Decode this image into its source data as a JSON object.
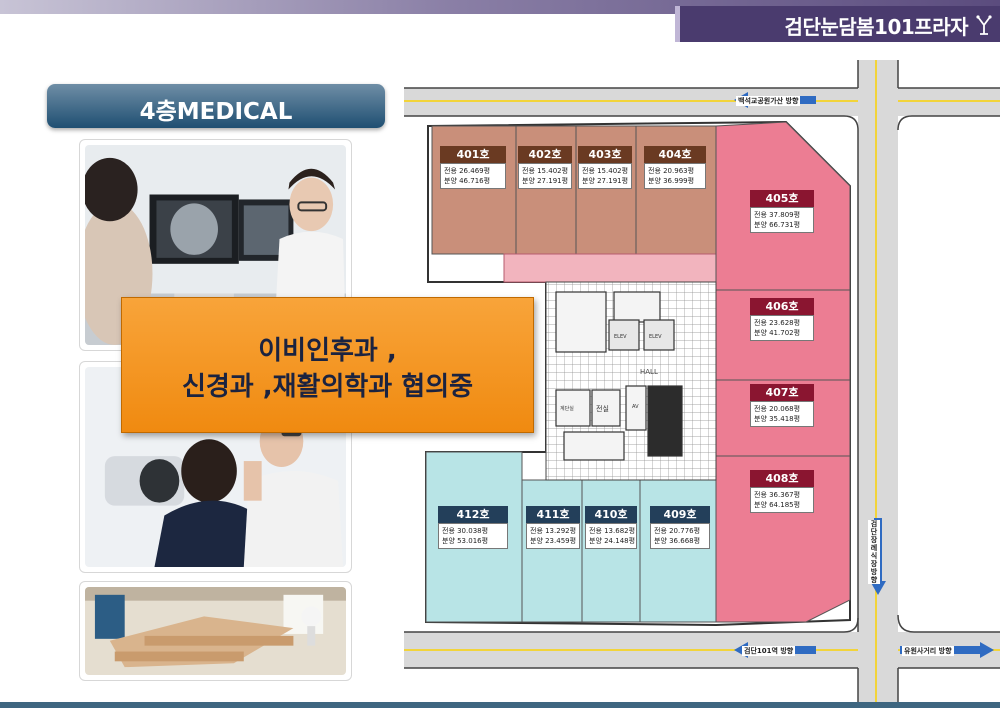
{
  "header": {
    "brand_title": "검단눈담봄101프라자"
  },
  "floor": {
    "label": "4층MEDICAL"
  },
  "banner": {
    "line1": "이비인후과 ,",
    "line2": "신경과 ,재활의학과 협의중"
  },
  "plan": {
    "roads": {
      "top_left": "백석교공원가산 방향",
      "bottom_left": "검단101역 방향",
      "bottom_right": "유원사거리 방향",
      "right": "검단 장례식장 방향"
    },
    "rooms": {
      "core_label": "HALL",
      "stair_label": "계단실",
      "elev1": "ELEV",
      "elev2": "ELEV",
      "room_label": "전실",
      "av": "AV"
    },
    "units": [
      {
        "no": "401호",
        "area": "전용 26.469평",
        "sale": "분양 46.716평"
      },
      {
        "no": "402호",
        "area": "전용 15.402평",
        "sale": "분양 27.191평"
      },
      {
        "no": "403호",
        "area": "전용 15.402평",
        "sale": "분양 27.191평"
      },
      {
        "no": "404호",
        "area": "전용 20.963평",
        "sale": "분양 36.999평"
      },
      {
        "no": "405호",
        "area": "전용 37.809평",
        "sale": "분양 66.731평"
      },
      {
        "no": "406호",
        "area": "전용 23.628평",
        "sale": "분양 41.702평"
      },
      {
        "no": "407호",
        "area": "전용 20.068평",
        "sale": "분양 35.418평"
      },
      {
        "no": "408호",
        "area": "전용 36.367평",
        "sale": "분양 64.185평"
      },
      {
        "no": "409호",
        "area": "전용 20.776평",
        "sale": "분양 36.668평"
      },
      {
        "no": "410호",
        "area": "전용 13.682평",
        "sale": "분양 24.148평"
      },
      {
        "no": "411호",
        "area": "전용 13.292평",
        "sale": "분양 23.459평"
      },
      {
        "no": "412호",
        "area": "전용 30.038평",
        "sale": "분양 53.016평"
      }
    ]
  },
  "colors": {
    "brown": "#c98f7a",
    "red": "#ec7d93",
    "teal": "#b8e4e6",
    "banner": "#f39a20",
    "header": "#4a3b6e"
  }
}
